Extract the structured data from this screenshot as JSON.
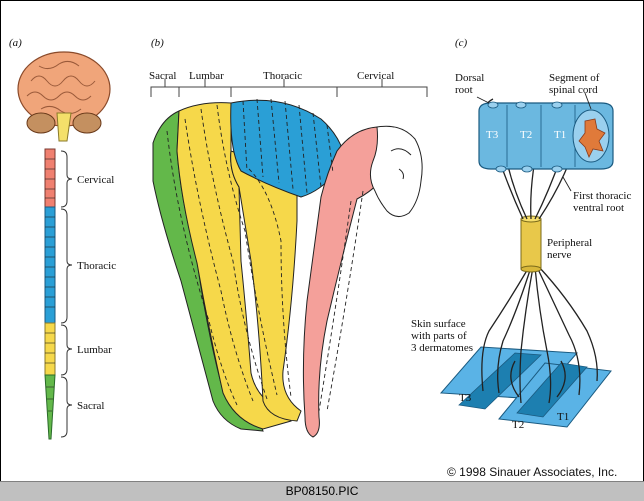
{
  "panels": {
    "a": "(a)",
    "b": "(b)",
    "c": "(c)"
  },
  "panel_a": {
    "regions": [
      "Cervical",
      "Thoracic",
      "Lumbar",
      "Sacral"
    ]
  },
  "panel_b": {
    "regions": [
      "Sacral",
      "Lumbar",
      "Thoracic",
      "Cervical"
    ]
  },
  "panel_c": {
    "dorsal_root": [
      "Dorsal",
      "root"
    ],
    "segment": [
      "Segment of",
      "spinal cord"
    ],
    "segments": [
      "T3",
      "T2",
      "T1"
    ],
    "ventral_root": [
      "First thoracic",
      "ventral root"
    ],
    "peripheral_nerve": [
      "Peripheral",
      "nerve"
    ],
    "skin_surface": [
      "Skin surface",
      "with parts of",
      "3 dermatomes"
    ],
    "dermatomes": [
      "T3",
      "T2",
      "T1"
    ]
  },
  "colors": {
    "cervical": "#f4a09a",
    "thoracic": "#2a9fd6",
    "lumbar": "#f6d84a",
    "sacral": "#63b84a",
    "brain": "#f0a57a",
    "nerve": "#e8c84a"
  },
  "copyright": "© 1998 Sinauer Associates, Inc.",
  "footer": "BP08150.PIC"
}
